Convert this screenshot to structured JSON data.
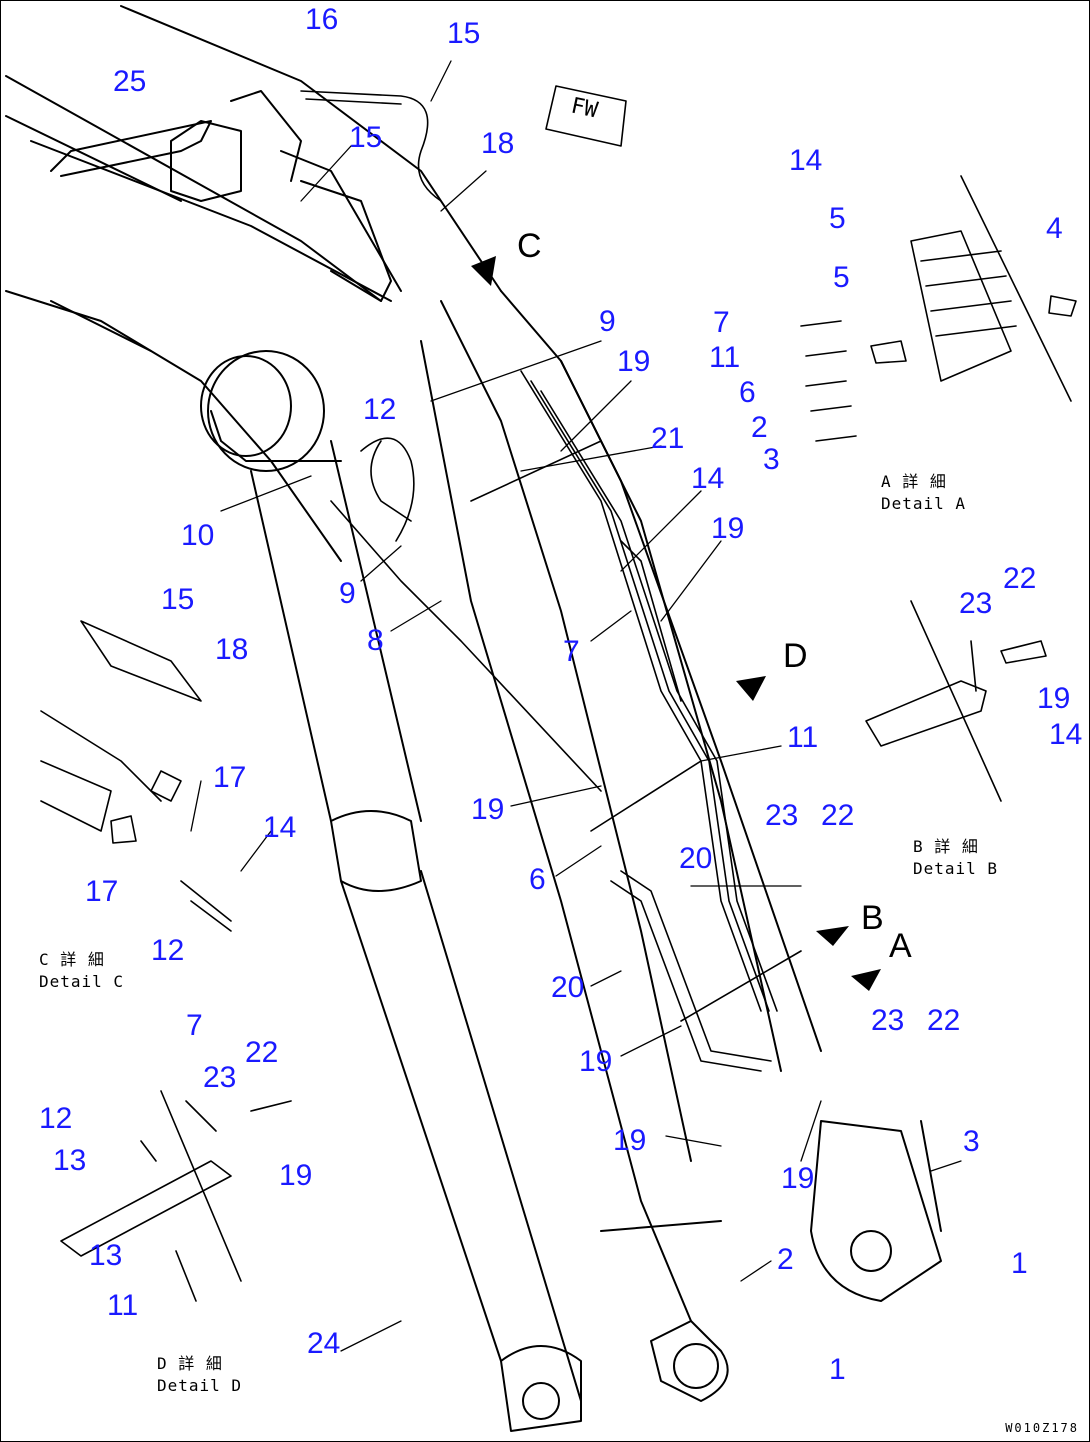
{
  "drawing": {
    "id_text": "W010Z178",
    "fw_label": "FW"
  },
  "detail_labels": [
    {
      "key": "a",
      "jp": "A 詳 細",
      "en": "Detail A"
    },
    {
      "key": "b",
      "jp": "B 詳 細",
      "en": "Detail B"
    },
    {
      "key": "c",
      "jp": "C 詳 細",
      "en": "Detail C"
    },
    {
      "key": "d",
      "jp": "D 詳 細",
      "en": "Detail D"
    }
  ],
  "view_letters": [
    "A",
    "B",
    "C",
    "D"
  ],
  "callouts": [
    "16",
    "15",
    "25",
    "15",
    "18",
    "14",
    "5",
    "4",
    "5",
    "7",
    "11",
    "6",
    "2",
    "3",
    "9",
    "19",
    "21",
    "12",
    "10",
    "9",
    "8",
    "14",
    "19",
    "7",
    "15",
    "18",
    "17",
    "14",
    "17",
    "12",
    "22",
    "23",
    "19",
    "14",
    "11",
    "19",
    "23",
    "22",
    "20",
    "6",
    "20",
    "19",
    "23",
    "22",
    "3",
    "19",
    "19",
    "2",
    "1",
    "1",
    "24",
    "7",
    "23",
    "22",
    "12",
    "13",
    "19",
    "13",
    "11"
  ],
  "colors": {
    "callout": "#1a1aff",
    "line": "#000000",
    "background": "#ffffff"
  }
}
